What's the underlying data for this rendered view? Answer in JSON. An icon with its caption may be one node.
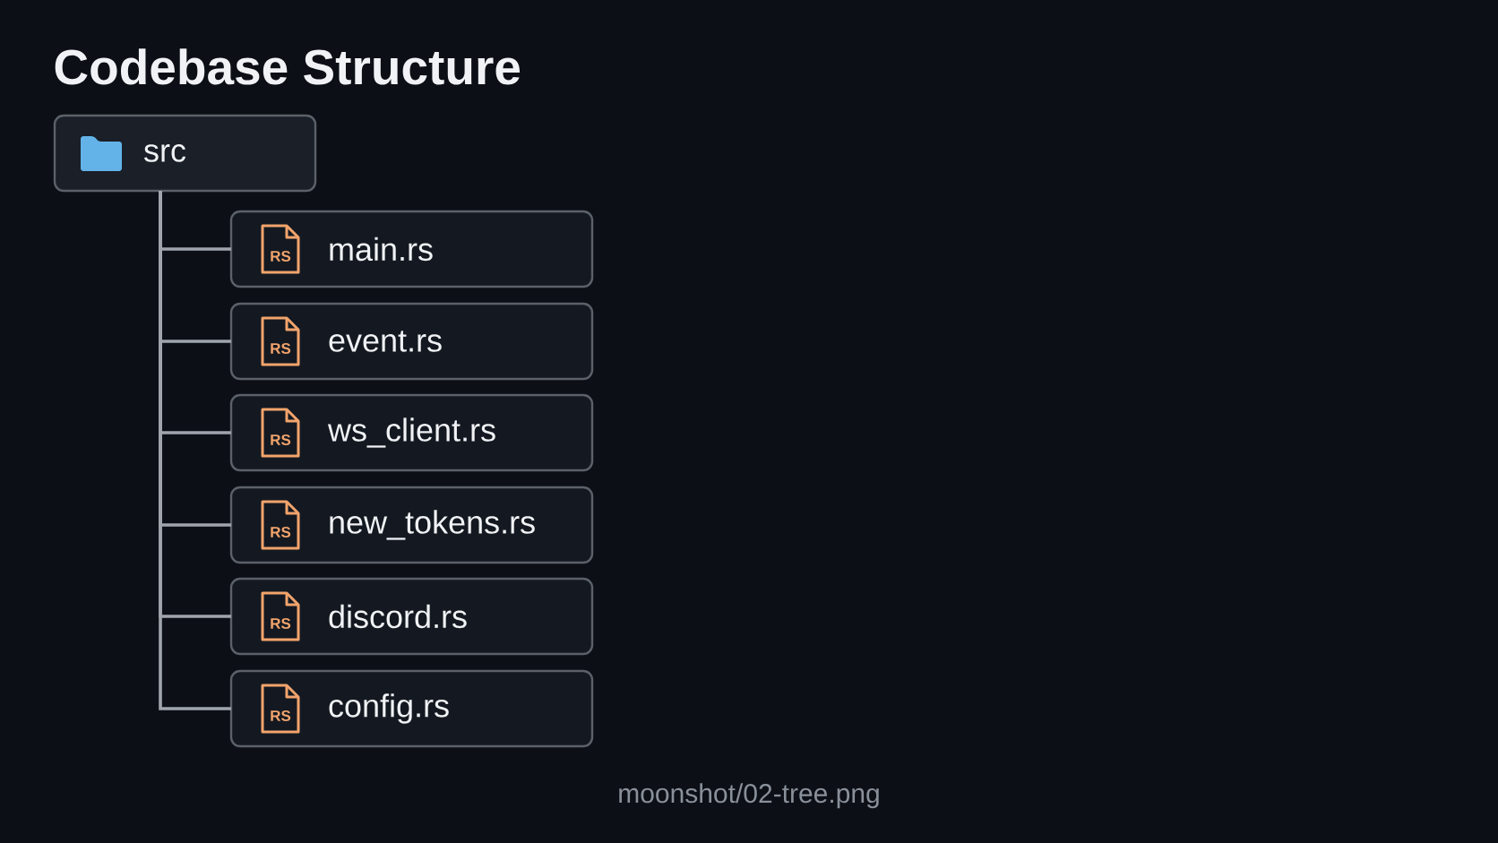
{
  "diagram": {
    "title": "Codebase Structure",
    "caption": "moonshot/02-tree.png",
    "nodes": [
      {
        "text": [
          "src"
        ]
      },
      {
        "text": [
          "RS",
          "main.rs"
        ]
      },
      {
        "text": [
          "RS",
          "event.rs"
        ]
      },
      {
        "text": [
          "RS",
          "ws_client.rs"
        ]
      },
      {
        "text": [
          "RS",
          "new_tokens.rs"
        ]
      },
      {
        "text": [
          "RS",
          "discord.rs"
        ]
      },
      {
        "text": [
          "RS",
          "config.rs"
        ]
      }
    ],
    "edges": [
      {
        "from": 0,
        "to": 1,
        "arrow": "none"
      },
      {
        "from": 0,
        "to": 2,
        "arrow": "none"
      },
      {
        "from": 0,
        "to": 3,
        "arrow": "none"
      },
      {
        "from": 0,
        "to": 4,
        "arrow": "none"
      },
      {
        "from": 0,
        "to": 5,
        "arrow": "none"
      },
      {
        "from": 0,
        "to": 6,
        "arrow": "none"
      }
    ]
  }
}
